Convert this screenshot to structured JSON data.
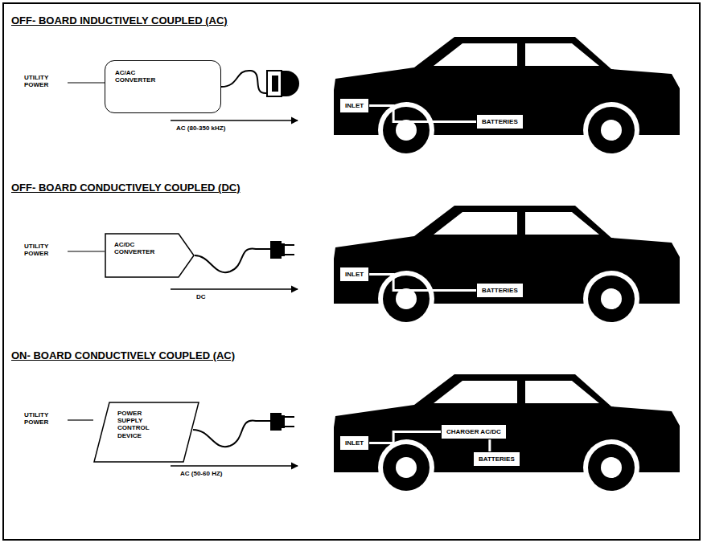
{
  "diagram": {
    "nodes": [
      {
        "text": [
          "AC/AC CONVERTER"
        ]
      },
      {
        "text": [
          "INLET"
        ]
      },
      {
        "text": [
          "BATTERIES"
        ]
      },
      {
        "text": [
          "AC/DC CONVERTER"
        ]
      },
      {
        "text": [
          "INLET"
        ]
      },
      {
        "text": [
          "BATTERIES"
        ]
      },
      {
        "text": [
          "POWER SUPPLY CONTROL DEVICE"
        ]
      },
      {
        "text": [
          "INLET"
        ]
      },
      {
        "text": [
          "CHARGER AC/DC"
        ]
      },
      {
        "text": [
          "BATTERIES"
        ]
      }
    ],
    "edges": [
      {
        "from": 1,
        "to": 2,
        "arrow": "none"
      },
      {
        "from": 4,
        "to": 5,
        "arrow": "none"
      },
      {
        "from": 7,
        "to": 8,
        "arrow": "none"
      },
      {
        "from": 8,
        "to": 9,
        "arrow": "none"
      }
    ],
    "labels": [
      "OFF- BOARD INDUCTIVELY COUPLED (AC)",
      "UTILITY POWER",
      "AC (80-350 kHZ)",
      "OFF- BOARD CONDUCTIVELY COUPLED (DC)",
      "UTILITY POWER",
      "DC",
      "ON- BOARD CONDUCTIVELY COUPLED (AC)",
      "UTILITY POWER",
      "AC (50-60 HZ)"
    ]
  }
}
